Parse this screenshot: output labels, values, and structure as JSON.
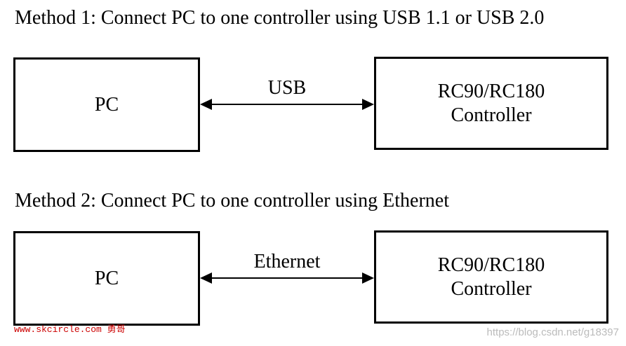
{
  "method1": {
    "heading": "Method 1: Connect PC to one controller using USB 1.1 or USB 2.0",
    "pc_label": "PC",
    "link_label": "USB",
    "controller_line1": "RC90/RC180",
    "controller_line2": "Controller"
  },
  "method2": {
    "heading": "Method 2: Connect PC to one controller using Ethernet",
    "pc_label": "PC",
    "link_label": "Ethernet",
    "controller_line1": "RC90/RC180",
    "controller_line2": "Controller"
  },
  "watermarks": {
    "left": "www.skcircle.com 勇哥",
    "right": "https://blog.csdn.net/g18397"
  },
  "colors": {
    "line": "#000000",
    "watermark_left": "#cc0000",
    "watermark_right": "#bbbbbb"
  }
}
